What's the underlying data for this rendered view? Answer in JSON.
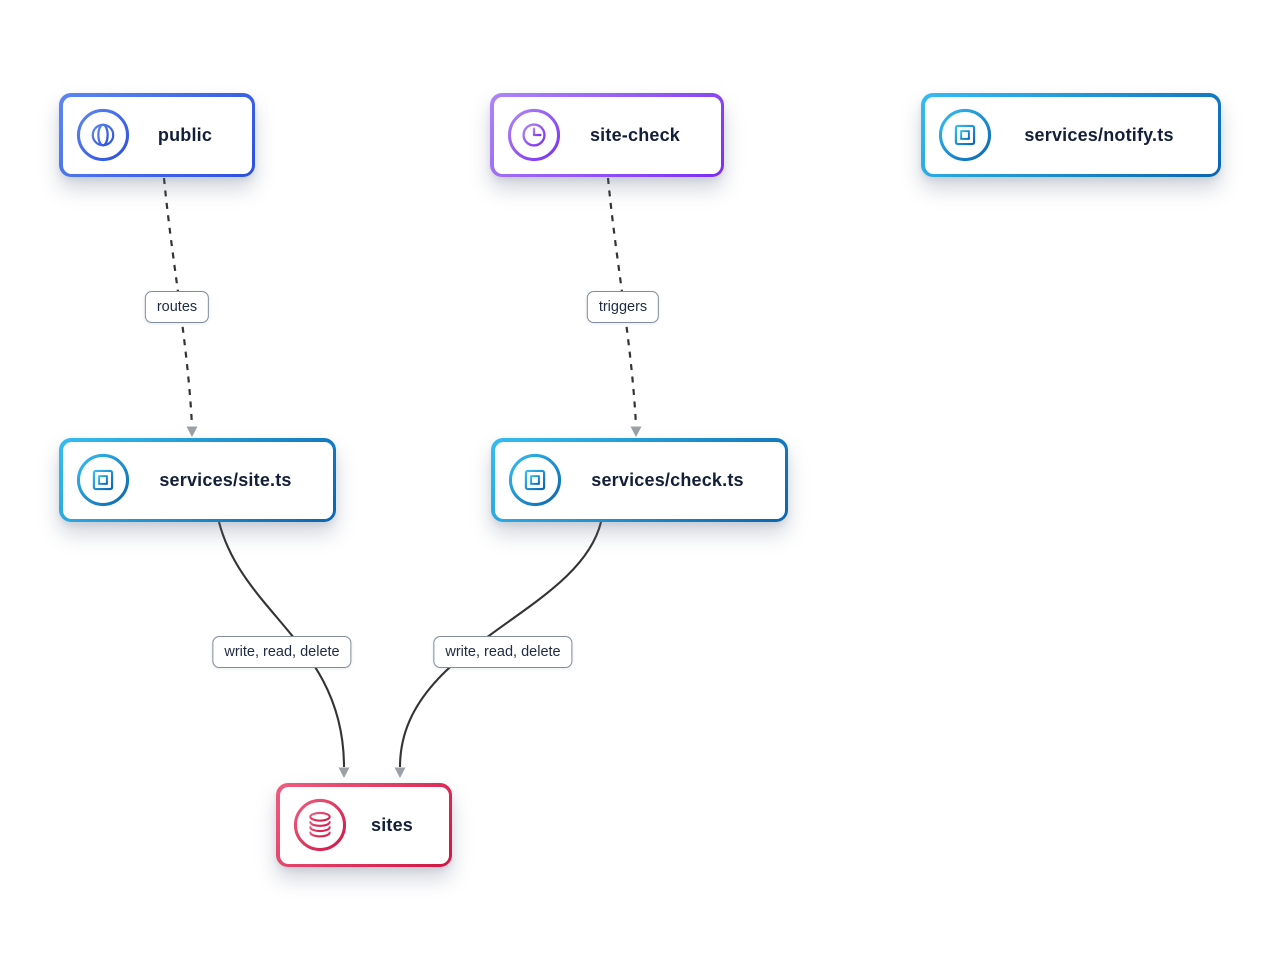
{
  "diagram": {
    "nodes": [
      {
        "id": "public",
        "label": "public",
        "icon": "globe-icon",
        "accent_from": "#5c86f2",
        "accent_to": "#2b50dd"
      },
      {
        "id": "site-check",
        "label": "site-check",
        "icon": "clock-icon",
        "accent_from": "#ad85f8",
        "accent_to": "#7a2ff0"
      },
      {
        "id": "services-notify",
        "label": "services/notify.ts",
        "icon": "chip-icon",
        "accent_from": "#35bdf2",
        "accent_to": "#0a65b0"
      },
      {
        "id": "services-site",
        "label": "services/site.ts",
        "icon": "chip-icon",
        "accent_from": "#35bdf2",
        "accent_to": "#0a65b0"
      },
      {
        "id": "services-check",
        "label": "services/check.ts",
        "icon": "chip-icon",
        "accent_from": "#35bdf2",
        "accent_to": "#0a65b0"
      },
      {
        "id": "sites",
        "label": "sites",
        "icon": "database-icon",
        "accent_from": "#ef5d7e",
        "accent_to": "#d01544"
      }
    ],
    "edges": [
      {
        "from": "public",
        "to": "services/site.ts",
        "label": "routes",
        "line_style": "dashed"
      },
      {
        "from": "site-check",
        "to": "services/check.ts",
        "label": "triggers",
        "line_style": "dashed"
      },
      {
        "from": "services/site.ts",
        "to": "sites",
        "label": "write, read, delete",
        "line_style": "solid"
      },
      {
        "from": "services/check.ts",
        "to": "sites",
        "label": "write, read, delete",
        "line_style": "solid"
      }
    ],
    "colors": {
      "canvas_bg": "#ffffff",
      "node_bg": "#ffffff",
      "node_text": "#131f3a",
      "edge_line": "#333333",
      "arrowhead": "#9aa0a6",
      "label_border": "#828c9e",
      "label_text": "#1d2a44"
    }
  }
}
